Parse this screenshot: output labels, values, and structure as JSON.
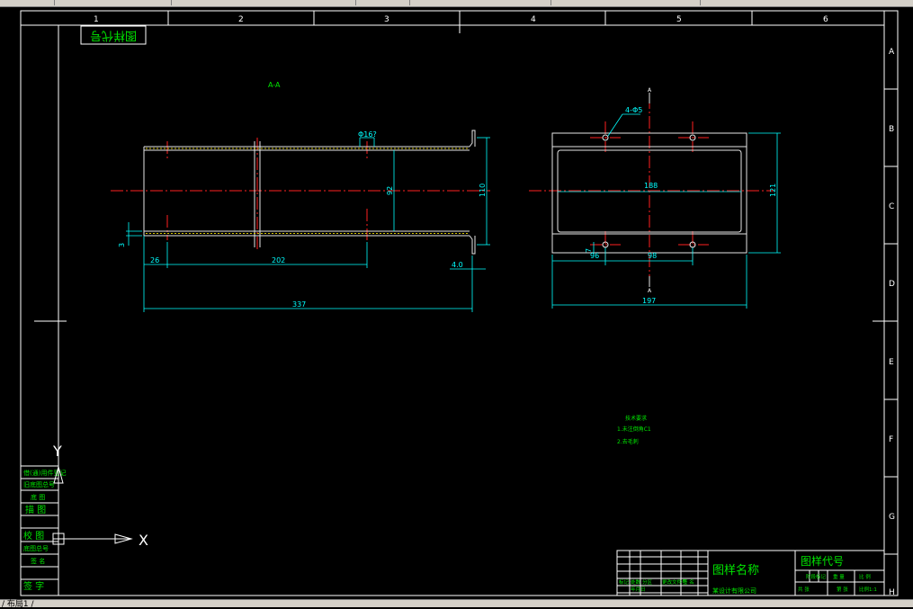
{
  "colors": {
    "background": "#000000",
    "frame": "#ffffff",
    "geometry": "#e6e6e6",
    "dimension": "#00ffff",
    "centerline": "#ff0000",
    "hatch": "#d8c800",
    "text_green": "#00e600"
  },
  "border": {
    "columns": [
      "1",
      "2",
      "3",
      "4",
      "5",
      "6"
    ],
    "rows": [
      "A",
      "B",
      "C",
      "D",
      "E",
      "F",
      "G",
      "H"
    ]
  },
  "drawing_code_box": "图样代号",
  "section_label": "A-A",
  "left_view": {
    "dims": {
      "dia_small": "Φ16?",
      "dia_inner": "92",
      "height": "110",
      "wall": "3",
      "offset": "26",
      "span": "202",
      "flange": "4.0",
      "overall": "337"
    }
  },
  "right_view": {
    "dims": {
      "holes": "4-Φ5",
      "inner_width": "188",
      "height": "121",
      "hole_offset": "7",
      "hole_left": "96",
      "hole_span": "98",
      "overall": "197"
    },
    "section_marker": "A"
  },
  "tech_notes": {
    "title": "技术要求",
    "items": [
      "1.未注倒角C1",
      "2.去毛刺"
    ]
  },
  "left_table": {
    "rows": [
      "借(通)用件登记",
      "旧底图总号",
      "底 图",
      "描 图",
      "",
      "校 图",
      "底图总号",
      "签 名",
      "签 字"
    ]
  },
  "ucs": {
    "x_label": "X",
    "y_label": "Y"
  },
  "title_block": {
    "drawing_name": "图样名称",
    "drawing_code": "图样代号",
    "cells_top": [
      "阶段标记",
      "重 量",
      "比 例"
    ],
    "cells_bottom": [
      "标记",
      "处数",
      "分区",
      "更改文件号",
      "签 名",
      "年月日",
      "共 张",
      "第 张",
      "比例1:1"
    ],
    "company": "某设计有限公司"
  },
  "status": {
    "layout_tab": "/ 布局1 /"
  }
}
